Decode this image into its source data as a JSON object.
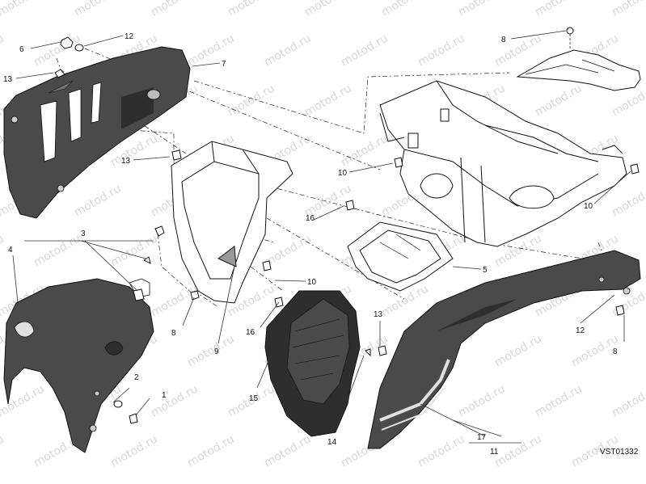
{
  "diagram": {
    "drawing_code": "VST01332",
    "watermark_text": "motod.ru",
    "callouts": [
      "1",
      "2",
      "3",
      "4",
      "5",
      "6",
      "7",
      "8",
      "9",
      "10",
      "11",
      "12",
      "13",
      "14",
      "15",
      "16",
      "17"
    ]
  },
  "colors": {
    "panel_fill": "#4a4a4a",
    "panel_dark": "#2e2e2e",
    "line": "#111111",
    "leader": "#333333",
    "watermark": "#c9c9c9",
    "background": "#ffffff"
  }
}
